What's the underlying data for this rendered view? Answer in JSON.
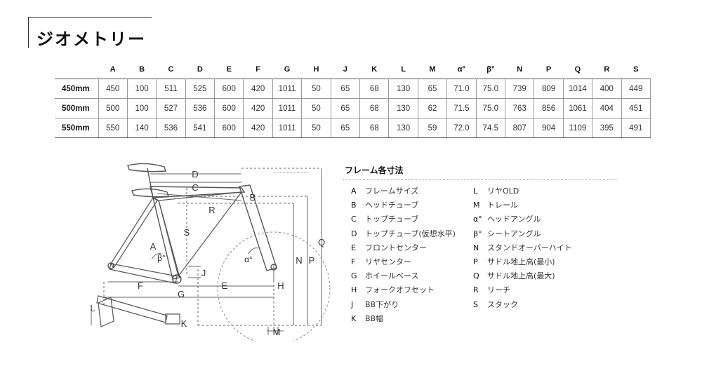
{
  "page": {
    "title": "ジオメトリー"
  },
  "table": {
    "columns": [
      "A",
      "B",
      "C",
      "D",
      "E",
      "F",
      "G",
      "H",
      "J",
      "K",
      "L",
      "M",
      "α°",
      "β°",
      "N",
      "P",
      "Q",
      "R",
      "S"
    ],
    "rows": [
      {
        "size": "450mm",
        "values": [
          "450",
          "100",
          "511",
          "525",
          "600",
          "420",
          "1011",
          "50",
          "65",
          "68",
          "130",
          "65",
          "71.0",
          "75.0",
          "739",
          "809",
          "1014",
          "400",
          "449"
        ]
      },
      {
        "size": "500mm",
        "values": [
          "500",
          "100",
          "527",
          "536",
          "600",
          "420",
          "1011",
          "50",
          "65",
          "68",
          "130",
          "62",
          "71.5",
          "75.0",
          "763",
          "856",
          "1061",
          "404",
          "451"
        ]
      },
      {
        "size": "550mm",
        "values": [
          "550",
          "140",
          "536",
          "541",
          "600",
          "420",
          "1011",
          "50",
          "65",
          "68",
          "130",
          "59",
          "72.0",
          "74.5",
          "807",
          "904",
          "1109",
          "395",
          "491"
        ]
      }
    ]
  },
  "legend": {
    "title": "フレーム各寸法",
    "left": [
      {
        "key": "A",
        "label": "フレームサイズ"
      },
      {
        "key": "B",
        "label": "ヘッドチューブ"
      },
      {
        "key": "C",
        "label": "トップチューブ"
      },
      {
        "key": "D",
        "label": "トップチューブ(仮想水平)"
      },
      {
        "key": "E",
        "label": "フロントセンター"
      },
      {
        "key": "F",
        "label": "リヤセンター"
      },
      {
        "key": "G",
        "label": "ホイールベース"
      },
      {
        "key": "H",
        "label": "フォークオフセット"
      },
      {
        "key": "J",
        "label": "BB下がり"
      },
      {
        "key": "K",
        "label": "BB幅"
      }
    ],
    "right": [
      {
        "key": "L",
        "label": "リヤOLD"
      },
      {
        "key": "M",
        "label": "トレール"
      },
      {
        "key": "α°",
        "label": "ヘッドアングル"
      },
      {
        "key": "β°",
        "label": "シートアングル"
      },
      {
        "key": "N",
        "label": "スタンドオーバーハイト"
      },
      {
        "key": "P",
        "label": "サドル地上高(最小)"
      },
      {
        "key": "Q",
        "label": "サドル地上高(最大)"
      },
      {
        "key": "R",
        "label": "リーチ"
      },
      {
        "key": "S",
        "label": "スタック"
      }
    ]
  },
  "diagram": {
    "labels": {
      "A": "A",
      "B": "B",
      "C": "C",
      "D": "D",
      "E": "E",
      "F": "F",
      "G": "G",
      "H": "H",
      "J": "J",
      "K": "K",
      "L": "L",
      "M": "M",
      "N": "N",
      "P": "P",
      "Q": "Q",
      "R": "R",
      "S": "S",
      "alpha": "α°",
      "beta": "β°"
    },
    "colors": {
      "frame": "#555555",
      "dim": "#666666",
      "dashed": "#888888"
    }
  }
}
